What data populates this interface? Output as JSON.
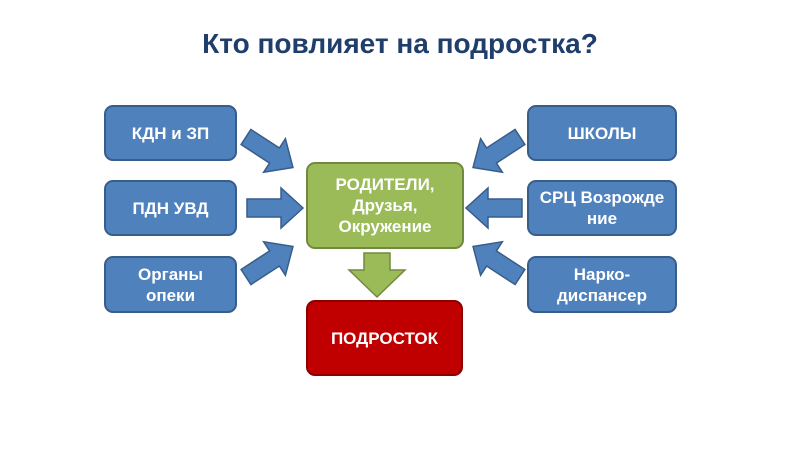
{
  "title": "Кто повлияет на подростка?",
  "left_boxes": [
    "КДН и ЗП",
    "ПДН УВД",
    "Органы опеки"
  ],
  "right_boxes": [
    "ШКОЛЫ",
    "СРЦ Возрождение",
    "Нарко-диспансер"
  ],
  "center_box": "РОДИТЕЛИ, Друзья, Окружение",
  "target_box": "ПОДРОСТОК",
  "colors": {
    "title": "#1f3e6b",
    "blue": "#4f81bd",
    "green": "#9bbb59",
    "red": "#c00000"
  }
}
